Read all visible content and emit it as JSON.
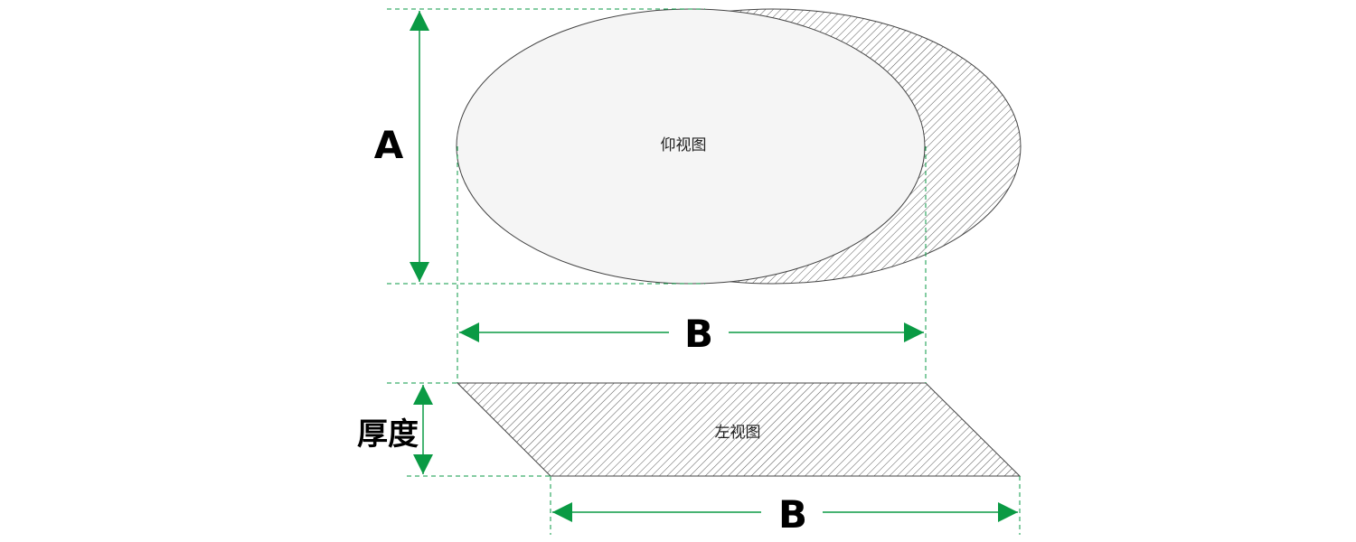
{
  "labels": {
    "bottom_view": "仰视图",
    "left_view": "左视图",
    "dim_a": "A",
    "dim_b_top": "B",
    "dim_b_bottom": "B",
    "dim_thickness": "厚度"
  },
  "colors": {
    "dimension": "#0a9a44",
    "outline": "#444444",
    "face_fill": "#f5f5f5",
    "hatch": "#555555"
  }
}
